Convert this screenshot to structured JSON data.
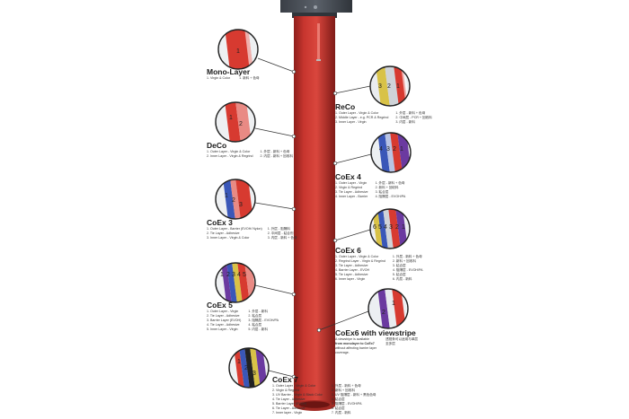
{
  "colors": {
    "pipe_red": "#c8362f",
    "pipe_dark": "#8e1f1b",
    "blue": "#3a57b8",
    "purple": "#6b3aa0",
    "grey_fitting": "#4a4f57",
    "yellow": "#d8c247"
  },
  "layers": [
    {
      "name": "Mono-Layer",
      "numbers": [
        "1"
      ],
      "en": [
        "1. Virgin & Color"
      ],
      "cn": [
        "1. 新料 + 色母"
      ]
    },
    {
      "name": "ReCo",
      "numbers": [
        "3",
        "2",
        "1"
      ],
      "en": [
        "1. Outer Layer - Virgin & Color",
        "2. Middle Layer - e.g. PCR & Regrind",
        "3. Inner Layer - Virgin"
      ],
      "cn": [
        "1. 外层 - 新料 + 色母",
        "2. 中间层 - PCR + 回收料",
        "3. 内层 - 新料"
      ]
    },
    {
      "name": "DeCo",
      "numbers": [
        "1",
        "2"
      ],
      "en": [
        "1. Outer Layer - Virgin & Color",
        "2. Inner Layer - Virgin & Regrind"
      ],
      "cn": [
        "1. 外层 - 新料 + 色母",
        "2. 内层 - 新料 + 回收料"
      ]
    },
    {
      "name": "CoEx 4",
      "numbers": [
        "4",
        "3",
        "2",
        "1"
      ],
      "en": [
        "1. Outer Layer - Virgin",
        "2. Virgin & Regrind",
        "3. Tie Layer - Adhesive",
        "4. Inner Layer - Barrier"
      ],
      "cn": [
        "1. 外层 - 新料 + 色母",
        "2. 新料 + 回收料",
        "3. 粘合层",
        "4. 阻隔层 - EVOH/PA"
      ]
    },
    {
      "name": "CoEx 3",
      "numbers": [
        "1",
        "2",
        "3"
      ],
      "en": [
        "1. Outer Layer - Barrier (EVOH/ Nylon)",
        "2. Tie Layer - Adhesive",
        "3. Inner Layer - Virgin & Color"
      ],
      "cn": [
        "1. 外层 - 阻隔料",
        "2. 中间层 - 粘合剂",
        "3. 内层 - 新料 + 色母"
      ]
    },
    {
      "name": "CoEx 6",
      "numbers": [
        "6",
        "5",
        "4",
        "3",
        "2",
        "1"
      ],
      "en": [
        "1. Outer Layer - Virgin & Color",
        "2. Regrind Layer - Virgin & Regrind",
        "3. Tie Layer - Adhesive",
        "4. Barrier Layer - EVOH",
        "5. Tie Layer - Adhesive",
        "6. Inner layer - Virgin"
      ],
      "cn": [
        "1. 外层 - 新料 + 色母",
        "2. 新料 + 回收料",
        "3. 粘合层",
        "4. 阻隔层 - EVOH/PA",
        "5. 粘合层",
        "6. 内层 - 新料"
      ]
    },
    {
      "name": "CoEx 5",
      "numbers": [
        "1",
        "2",
        "3",
        "4",
        "5"
      ],
      "en": [
        "1. Outer Layer - Virgin",
        "2. Tie Layer - Adhesive",
        "3. Barrier Layer (EVOH)",
        "4. Tie Layer - Adhesive",
        "5. Inner Layer - Virgin"
      ],
      "cn": [
        "1. 外层 - 新料",
        "2. 粘合层",
        "3. 阻隔层 - EVOH/PA",
        "4. 粘合层",
        "5. 内层 - 新料"
      ]
    },
    {
      "name": "CoEx6 with viewstripe",
      "numbers": [
        "2",
        "1"
      ],
      "en": [
        "A viewstripe is available",
        "from monolayer to CoEx7",
        "without affecting barrier layer",
        "coverage."
      ],
      "cn": [
        "透视条可以适用与单层",
        "至多层"
      ]
    },
    {
      "name": "CoEx 7",
      "numbers": [
        "1",
        "2",
        "3"
      ],
      "en": [
        "1. Outer Layer - Virgin & Color",
        "2. Virgin & Regrind",
        "3. UV Barrier - Virgin & Black Color",
        "4. Tie Layer - Adhesive",
        "5. Barrier Layer (EVOH)",
        "6. Tie Layer - Adhesive",
        "7. Inner layer - Virgin"
      ],
      "cn": [
        "1. 外层 - 新料 + 色母",
        "2. 新料 + 回收料",
        "3. UV 阻隔层 - 新料 + 黑色色母",
        "4. 粘合层",
        "5. 阻隔层 - EVOH/PA",
        "6. 粘合层",
        "7. 内层 - 新料"
      ]
    }
  ]
}
